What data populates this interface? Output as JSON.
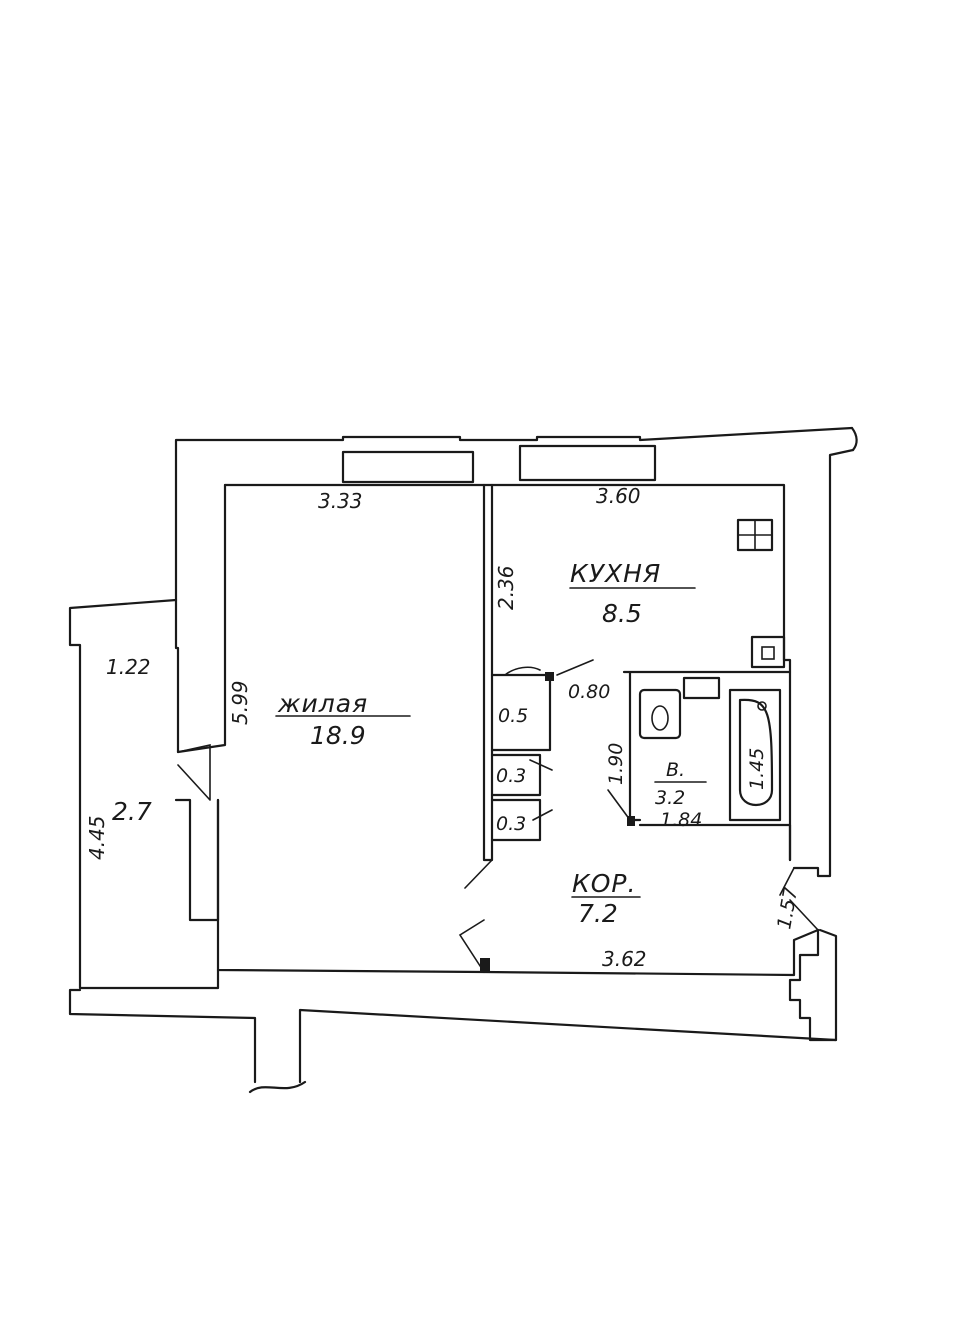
{
  "rooms": {
    "living": {
      "name": "жилая",
      "area": "18.9"
    },
    "kitchen": {
      "name": "КУХНЯ",
      "area": "8.5"
    },
    "bath": {
      "name": "В.",
      "area": "3.2"
    },
    "corridor": {
      "name": "КОР.",
      "area": "7.2"
    },
    "balcony": {
      "area": "2.7"
    },
    "closet_a": {
      "area": "0.5"
    },
    "closet_b": {
      "area": "0.3"
    },
    "closet_c": {
      "area": "0.3"
    }
  },
  "dimensions": {
    "living_width": "3.33",
    "kitchen_width": "3.60",
    "kitchen_depth": "2.36",
    "living_depth": "5.99",
    "balcony_width": "1.22",
    "balcony_length": "4.45",
    "closet_door": "0.80",
    "bath_depth": "1.90",
    "bath_width": "1.84",
    "bathtub": "1.45",
    "corridor_width": "3.62",
    "corridor_depth": "1.57"
  }
}
